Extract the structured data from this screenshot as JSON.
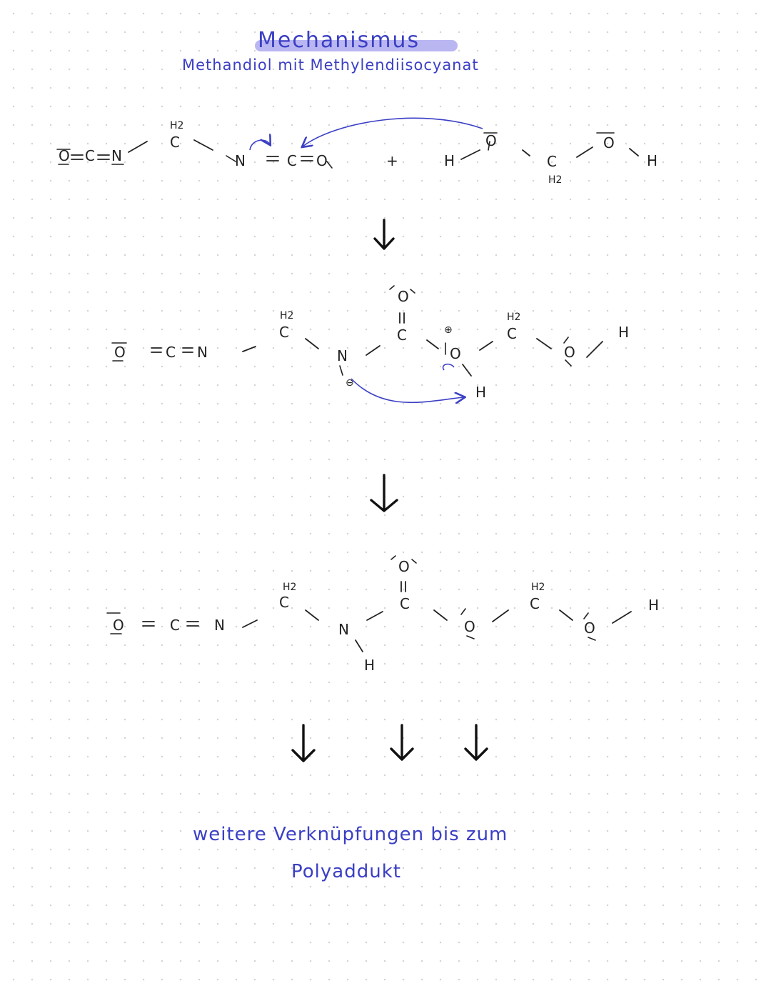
{
  "title": "Mechanismus",
  "subtitle": "Methandiol mit Methylendiisocyanat",
  "note_line1": "weitere Verknüpfungen bis zum",
  "note_line2": "Polyaddukt",
  "colors": {
    "ink": "#222222",
    "accent": "#3b3fc4",
    "highlight": "#b9b6f2"
  },
  "atoms": {
    "O": "O",
    "C": "C",
    "N": "N",
    "H": "H",
    "H2": "H2",
    "plus": "+",
    "pos": "⊕",
    "neg": "⊖"
  }
}
